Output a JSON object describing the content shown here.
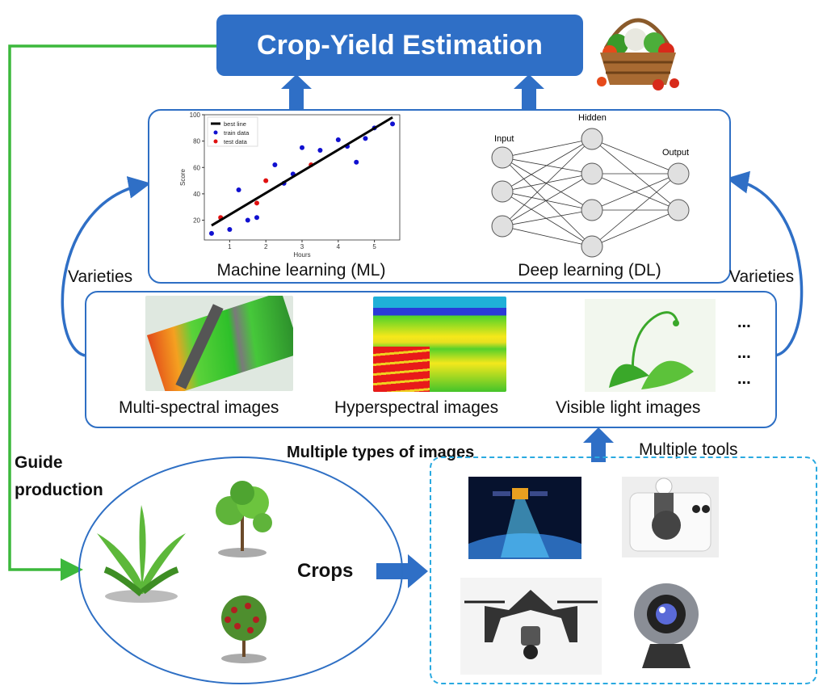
{
  "title": "Crop-Yield Estimation",
  "models": {
    "ml_label": "Machine learning (ML)",
    "dl_label": "Deep learning (DL)",
    "nn": {
      "input": "Input",
      "hidden": "Hidden",
      "output": "Output"
    }
  },
  "chart_data": {
    "type": "scatter",
    "xlabel": "Hours",
    "ylabel": "Score",
    "xticks": [
      "1",
      "2",
      "3",
      "4",
      "5"
    ],
    "yticks": [
      "20",
      "40",
      "60",
      "80",
      "100"
    ],
    "xlim": [
      0.3,
      5.7
    ],
    "ylim": [
      5,
      100
    ],
    "legend": [
      "best line",
      "train data",
      "test data"
    ],
    "legend_position": "top-left",
    "series": [
      {
        "name": "train data",
        "color": "#1010d0",
        "points": [
          [
            0.5,
            10
          ],
          [
            1,
            13
          ],
          [
            1.25,
            43
          ],
          [
            1.5,
            20
          ],
          [
            1.75,
            22
          ],
          [
            2.25,
            62
          ],
          [
            2.5,
            48
          ],
          [
            2.75,
            55
          ],
          [
            3,
            75
          ],
          [
            3.5,
            73
          ],
          [
            4,
            81
          ],
          [
            4.25,
            76
          ],
          [
            4.5,
            64
          ],
          [
            4.75,
            82
          ],
          [
            5,
            90
          ],
          [
            5.5,
            93
          ]
        ]
      },
      {
        "name": "test data",
        "color": "#e01010",
        "points": [
          [
            0.75,
            22
          ],
          [
            1.75,
            33
          ],
          [
            2,
            50
          ],
          [
            3.25,
            62
          ]
        ]
      },
      {
        "name": "best line",
        "color": "#000000",
        "line": [
          [
            0.5,
            16
          ],
          [
            5.5,
            98
          ]
        ]
      }
    ]
  },
  "varieties_left": "Varieties",
  "varieties_right": "Varieties",
  "images": {
    "multispectral": "Multi-spectral images",
    "hyperspectral": "Hyperspectral images",
    "visible": "Visible light images",
    "more": [
      "...",
      "...",
      "..."
    ]
  },
  "multiple_types": "Multiple types of images",
  "multiple_tools": "Multiple tools",
  "guide": [
    "Guide",
    "production"
  ],
  "crops": "Crops",
  "colors": {
    "blue": "#2f6fc6",
    "green": "#3cb83c",
    "dashed": "#29a9e0"
  }
}
